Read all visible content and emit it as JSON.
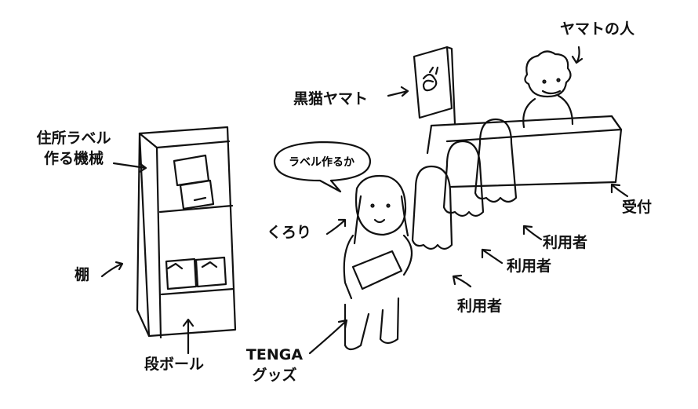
{
  "labels": {
    "yamato_person": "ヤマトの人",
    "kuroneko_yamato": "黒猫ヤマト",
    "label_machine_line1": "住所ラベル",
    "label_machine_line2": "作る機械",
    "speech": "ラベル作るか",
    "kurori": "くろり",
    "shelf": "棚",
    "cardboard": "段ボール",
    "tenga_line1": "TENGA",
    "tenga_line2": "グッズ",
    "reception": "受付",
    "user1": "利用者",
    "user2": "利用者",
    "user3": "利用者"
  },
  "colors": {
    "ink": "#111111",
    "background": "#ffffff"
  }
}
